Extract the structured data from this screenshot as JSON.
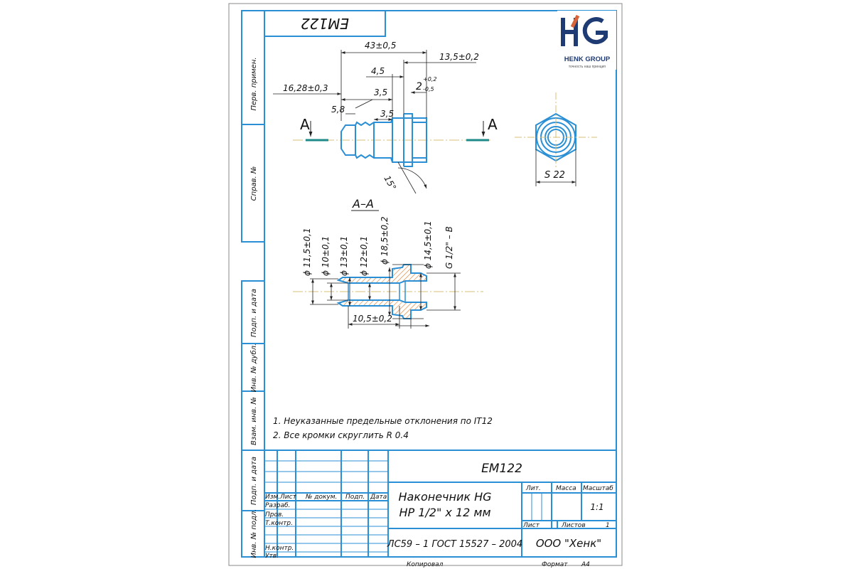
{
  "doc_code_rotated": "EM122",
  "logo": {
    "brand": "HENK GROUP",
    "tagline": "точность наш принцип"
  },
  "side_labels": [
    "Перв. примен.",
    "Справ. №",
    "Подп. и дата",
    "Инв. № дубл.",
    "Взам. инв. №",
    "Подп. и дата",
    "Инв. № подл."
  ],
  "dimensions": {
    "d43": "43±0,5",
    "d13_5": "13,5±0,2",
    "d4_5": "4,5",
    "d2": "2",
    "d2_tol_up": "+0,2",
    "d2_tol_dn": "-0,5",
    "d16_28": "16,28±0,3",
    "d3_5a": "3,5",
    "d5_8": "5,8",
    "d3_5b": "3,5",
    "angle": "15°",
    "section_label": "A",
    "hex": "S 22",
    "section_title": "A–A",
    "d11_5": "ϕ 11,5±0,1",
    "d10": "ϕ 10±0,1",
    "d13": "ϕ 13±0,1",
    "d12": "ϕ 12±0,1",
    "d18_5": "ϕ 18,5±0,2",
    "d14_5": "ϕ 14,5±0,1",
    "thread": "G 1/2\" – B",
    "d10_5": "10,5±0,2"
  },
  "notes": [
    "1. Неуказанные предельные отклонения по IT12",
    "2. Все кромки скруглить R 0.4"
  ],
  "title_block": {
    "code": "EM122",
    "name_line1": "Наконечник HG",
    "name_line2": "HP 1/2\" x 12 мм",
    "material": "ЛС59 – 1 ГОСТ 15527 – 2004",
    "org": "ООО \"Хенк\"",
    "lit": "Лит.",
    "mass": "Масса",
    "scale_label": "Масштаб",
    "scale": "1:1",
    "sheet": "Лист",
    "sheets": "Листов",
    "sheets_count": "1",
    "col_izm": "Изм.",
    "col_list": "Лист",
    "col_doc": "№ докум.",
    "col_sign": "Подп.",
    "col_date": "Дата",
    "row_razrab": "Разраб.",
    "row_prov": "Пров.",
    "row_tkontr": "Т.контр.",
    "row_nkontr": "Н.контр.",
    "row_utv": "Утв.",
    "copied": "Копировал",
    "format": "Формат",
    "format_val": "А4"
  },
  "colors": {
    "frame": "#2a8fd4",
    "dim": "#222222",
    "axis": "#d8c27a",
    "section": "#1e8a8a",
    "hatch": "#e07a2a",
    "logo_blue": "#1f3b73",
    "logo_orange": "#d8643a"
  }
}
